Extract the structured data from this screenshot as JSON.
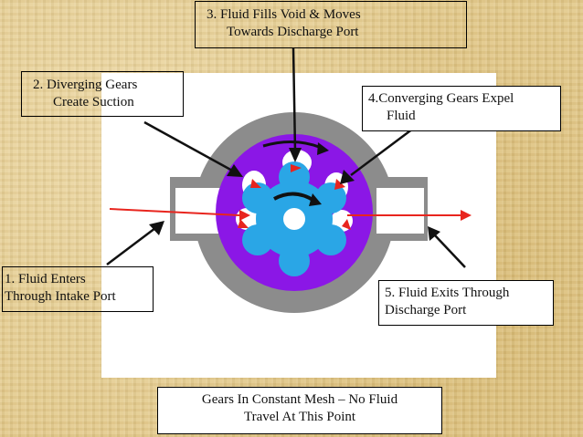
{
  "labels": {
    "step1": {
      "line1": "1. Fluid Enters",
      "line2": "Through Intake Port"
    },
    "step2": {
      "line1": "2. Diverging Gears",
      "line2": "Create Suction"
    },
    "step3": {
      "line1": "3. Fluid Fills Void & Moves",
      "line2": "Towards Discharge Port"
    },
    "step4": {
      "line1": "4.Converging Gears Expel",
      "line2": "Fluid"
    },
    "step5": {
      "line1": "5. Fluid Exits Through",
      "line2": "Discharge Port"
    },
    "bottom": {
      "line1": "Gears In Constant Mesh – No Fluid",
      "line2": "Travel At This Point"
    }
  },
  "colors": {
    "background": "#e2c888",
    "housing": "#8a8a8a",
    "outer_gear": "#8b17e6",
    "inner_gear": "#2aa6e6",
    "flow_arrow": "#e8251e"
  }
}
